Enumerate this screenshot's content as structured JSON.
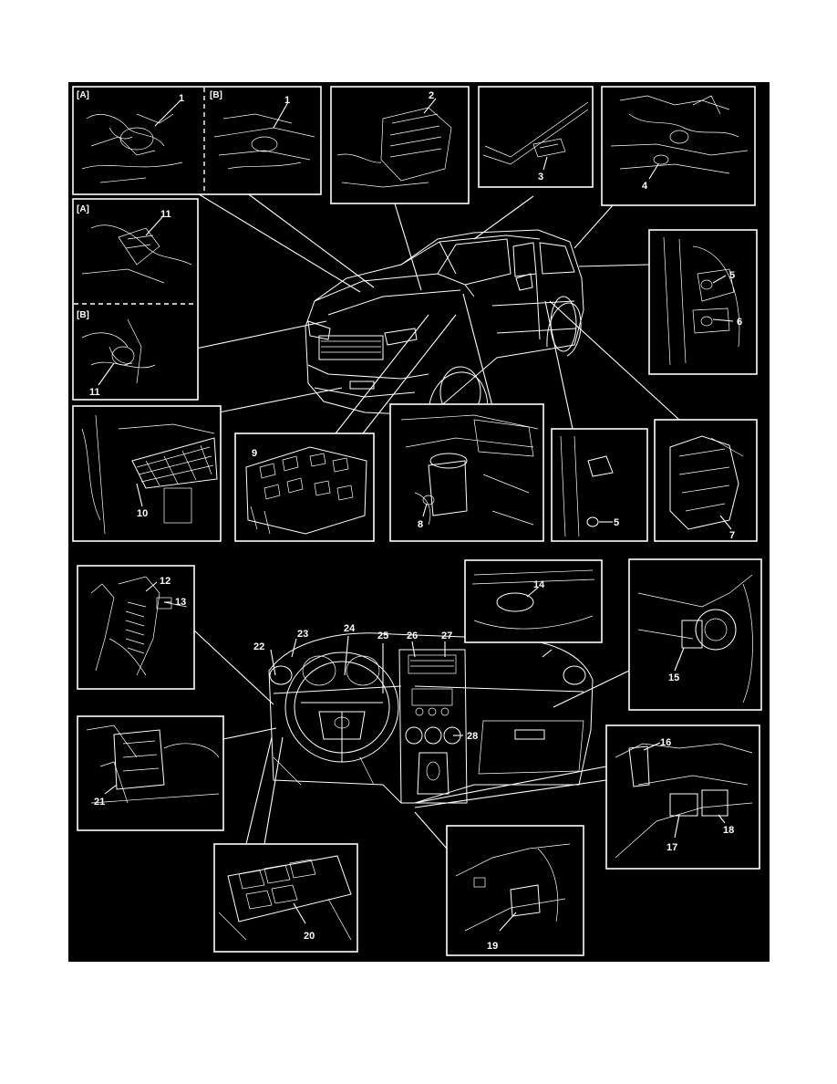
{
  "section_tags": [
    "[A]",
    "[B]"
  ],
  "callouts": [
    "1",
    "2",
    "3",
    "4",
    "5",
    "6",
    "7",
    "8",
    "9",
    "10",
    "11",
    "12",
    "13",
    "14",
    "15",
    "16",
    "17",
    "18",
    "19",
    "20",
    "21",
    "22",
    "23",
    "24",
    "25",
    "26",
    "27",
    "28"
  ]
}
